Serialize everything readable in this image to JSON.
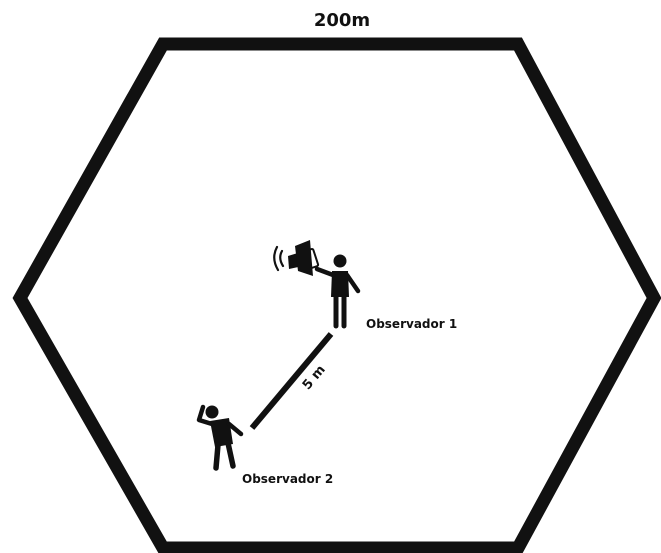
{
  "diagram": {
    "top_label": "200m",
    "distance_label": "5 m",
    "observer1_label": "Observador 1",
    "observer2_label": "Observador 2"
  },
  "colors": {
    "ink": "#111111",
    "background": "#ffffff"
  },
  "icons": {
    "observer1": "person-holding-phone-icon",
    "speaker": "speaker-sound-icon",
    "observer2": "person-hand-to-ear-icon"
  }
}
